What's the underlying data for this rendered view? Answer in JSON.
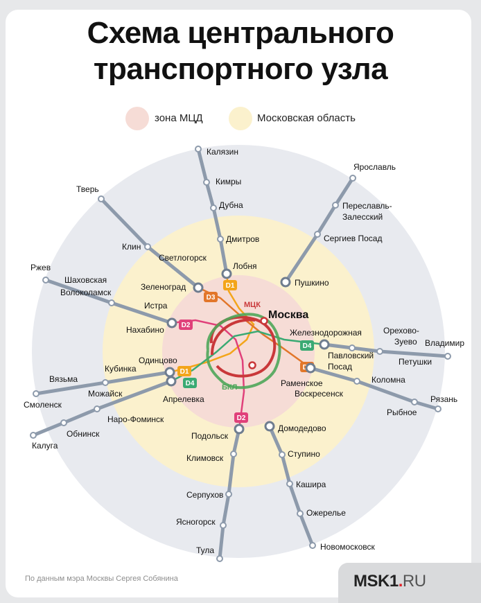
{
  "title": {
    "line1": "Схема центрального",
    "line2": "транспортного узла"
  },
  "legend": {
    "mcd_zone": "зона МЦД",
    "moscow_region": "Московская область"
  },
  "colors": {
    "mcd_zone": "#f6dcd6",
    "moscow_region": "#fbf1cd",
    "outer_ring": "#e8eaef",
    "rail": "#8d9aab",
    "mck": "#c9383a",
    "bkl": "#4fa65a",
    "d1": "#f3a51a",
    "d2": "#e0407a",
    "d3": "#e2762a",
    "d4": "#3aaa73"
  },
  "center": {
    "label": "Москва"
  },
  "rings": {
    "mck": "МЦК",
    "bkl": "БКЛ"
  },
  "diameters": {
    "d1": "D1",
    "d2": "D2",
    "d3": "D3",
    "d4": "D4"
  },
  "stations": {
    "kalyazin": "Калязин",
    "kimry": "Кимры",
    "dubna": "Дубна",
    "dmitrov": "Дмитров",
    "lobnya": "Лобня",
    "tver": "Тверь",
    "klin": "Клин",
    "svetlogorsk": "Светлогорск",
    "zelenograd": "Зеленоград",
    "rzhev": "Ржев",
    "shakhovskaya": "Шаховская",
    "volokolamsk": "Волоколамск",
    "istra": "Истра",
    "nakhabino": "Нахабино",
    "yaroslavl": "Ярославль",
    "pereslavl_1": "Переславль-",
    "pereslavl_2": "Залесский",
    "sergiev": "Сергиев Посад",
    "pushkino": "Пушкино",
    "zheleznodorozhnaya": "Железнодорожная",
    "orekhovo_1": "Орехово-",
    "orekhovo_2": "Зуево",
    "vladimir": "Владимир",
    "pavlovsky_1": "Павловский",
    "pavlovsky_2": "Посад",
    "petushki": "Петушки",
    "ramenskoe": "Раменское",
    "voskresensk": "Воскресенск",
    "kolomna": "Коломна",
    "ryazan": "Рязань",
    "rybnoe": "Рыбное",
    "odintsovo": "Одинцово",
    "kubinka": "Кубинка",
    "vyazma": "Вязьма",
    "mozhaysk": "Можайск",
    "smolensk": "Смоленск",
    "aprelevka": "Апрелевка",
    "naro_fominsk": "Наро-Фоминск",
    "obninsk": "Обнинск",
    "kaluga": "Калуга",
    "podolsk": "Подольск",
    "klimovsk": "Климовск",
    "serpukhov": "Серпухов",
    "yasnogorsk": "Ясногорск",
    "tula": "Тула",
    "domodedovo": "Домодедово",
    "stupino": "Ступино",
    "kashira": "Кашира",
    "ozherelye": "Ожерелье",
    "novomoskovsk": "Новомосковск"
  },
  "footer": {
    "source": "По данным мэра Москвы Сергея Собянина",
    "logo_main": "MSK1",
    "logo_dot": ".",
    "logo_ru": "RU"
  }
}
